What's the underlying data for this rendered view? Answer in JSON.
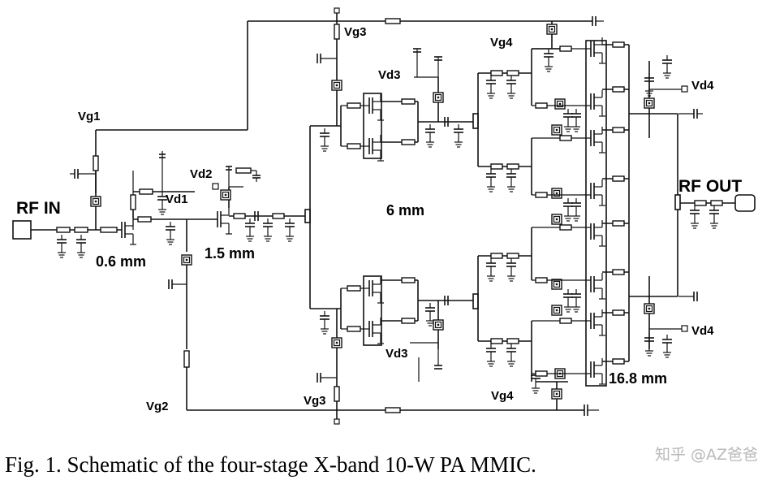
{
  "labels": {
    "rf_in": "RF IN",
    "rf_out": "RF OUT",
    "vg1": "Vg1",
    "vg2": "Vg2",
    "vg3_top": "Vg3",
    "vg3_bottom": "Vg3",
    "vg4_top": "Vg4",
    "vg4_bottom": "Vg4",
    "vd1": "Vd1",
    "vd2": "Vd2",
    "vd3_top": "Vd3",
    "vd3_bottom": "Vd3",
    "vd4_top": "Vd4",
    "vd4_bottom": "Vd4",
    "stage1_size": "0.6 mm",
    "stage2_size": "1.5 mm",
    "stage3_size": "6 mm",
    "stage4_size": "16.8 mm"
  },
  "caption": "Fig. 1.   Schematic of the four-stage X-band 10-W PA MMIC.",
  "watermark": "知乎 @AZ爸爸"
}
